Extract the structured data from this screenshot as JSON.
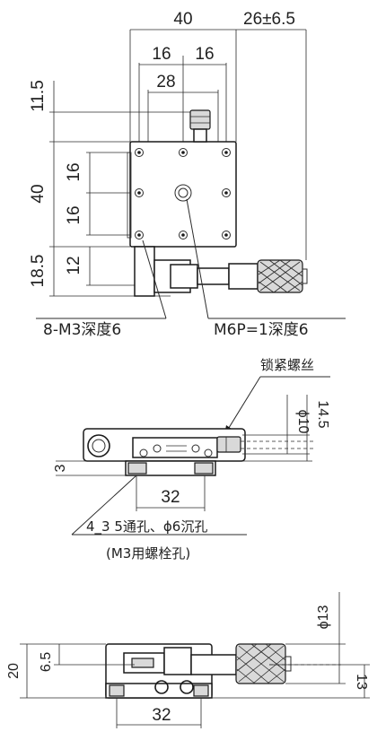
{
  "top_view": {
    "dims": {
      "width": "40",
      "micrometer": "26±6.5",
      "hole_x_left": "16",
      "hole_x_right": "16",
      "pitch_28": "28",
      "top_offset": "11.5",
      "height": "40",
      "hole_y_top": "16",
      "hole_y_bottom": "16",
      "bottom_12": "12",
      "bottom_18_5": "18.5"
    },
    "notes": {
      "m3_holes": "8-M3深度6",
      "center_hole": "M6P=1深度6"
    }
  },
  "front_view": {
    "dims": {
      "lock_height": "14.5",
      "lock_dia": "ϕ10",
      "base_3": "3",
      "hole_pitch": "32"
    },
    "notes": {
      "lock_screw": "锁紧螺丝",
      "through_holes": "4_3 5通孔、ϕ6沉孔",
      "bolt_holes": "(M3用螺栓孔)"
    }
  },
  "side_view": {
    "dims": {
      "total_height": "20",
      "offset_6_5": "6.5",
      "micrometer_dia": "ϕ13",
      "height_13": "13",
      "hole_pitch": "32"
    }
  }
}
